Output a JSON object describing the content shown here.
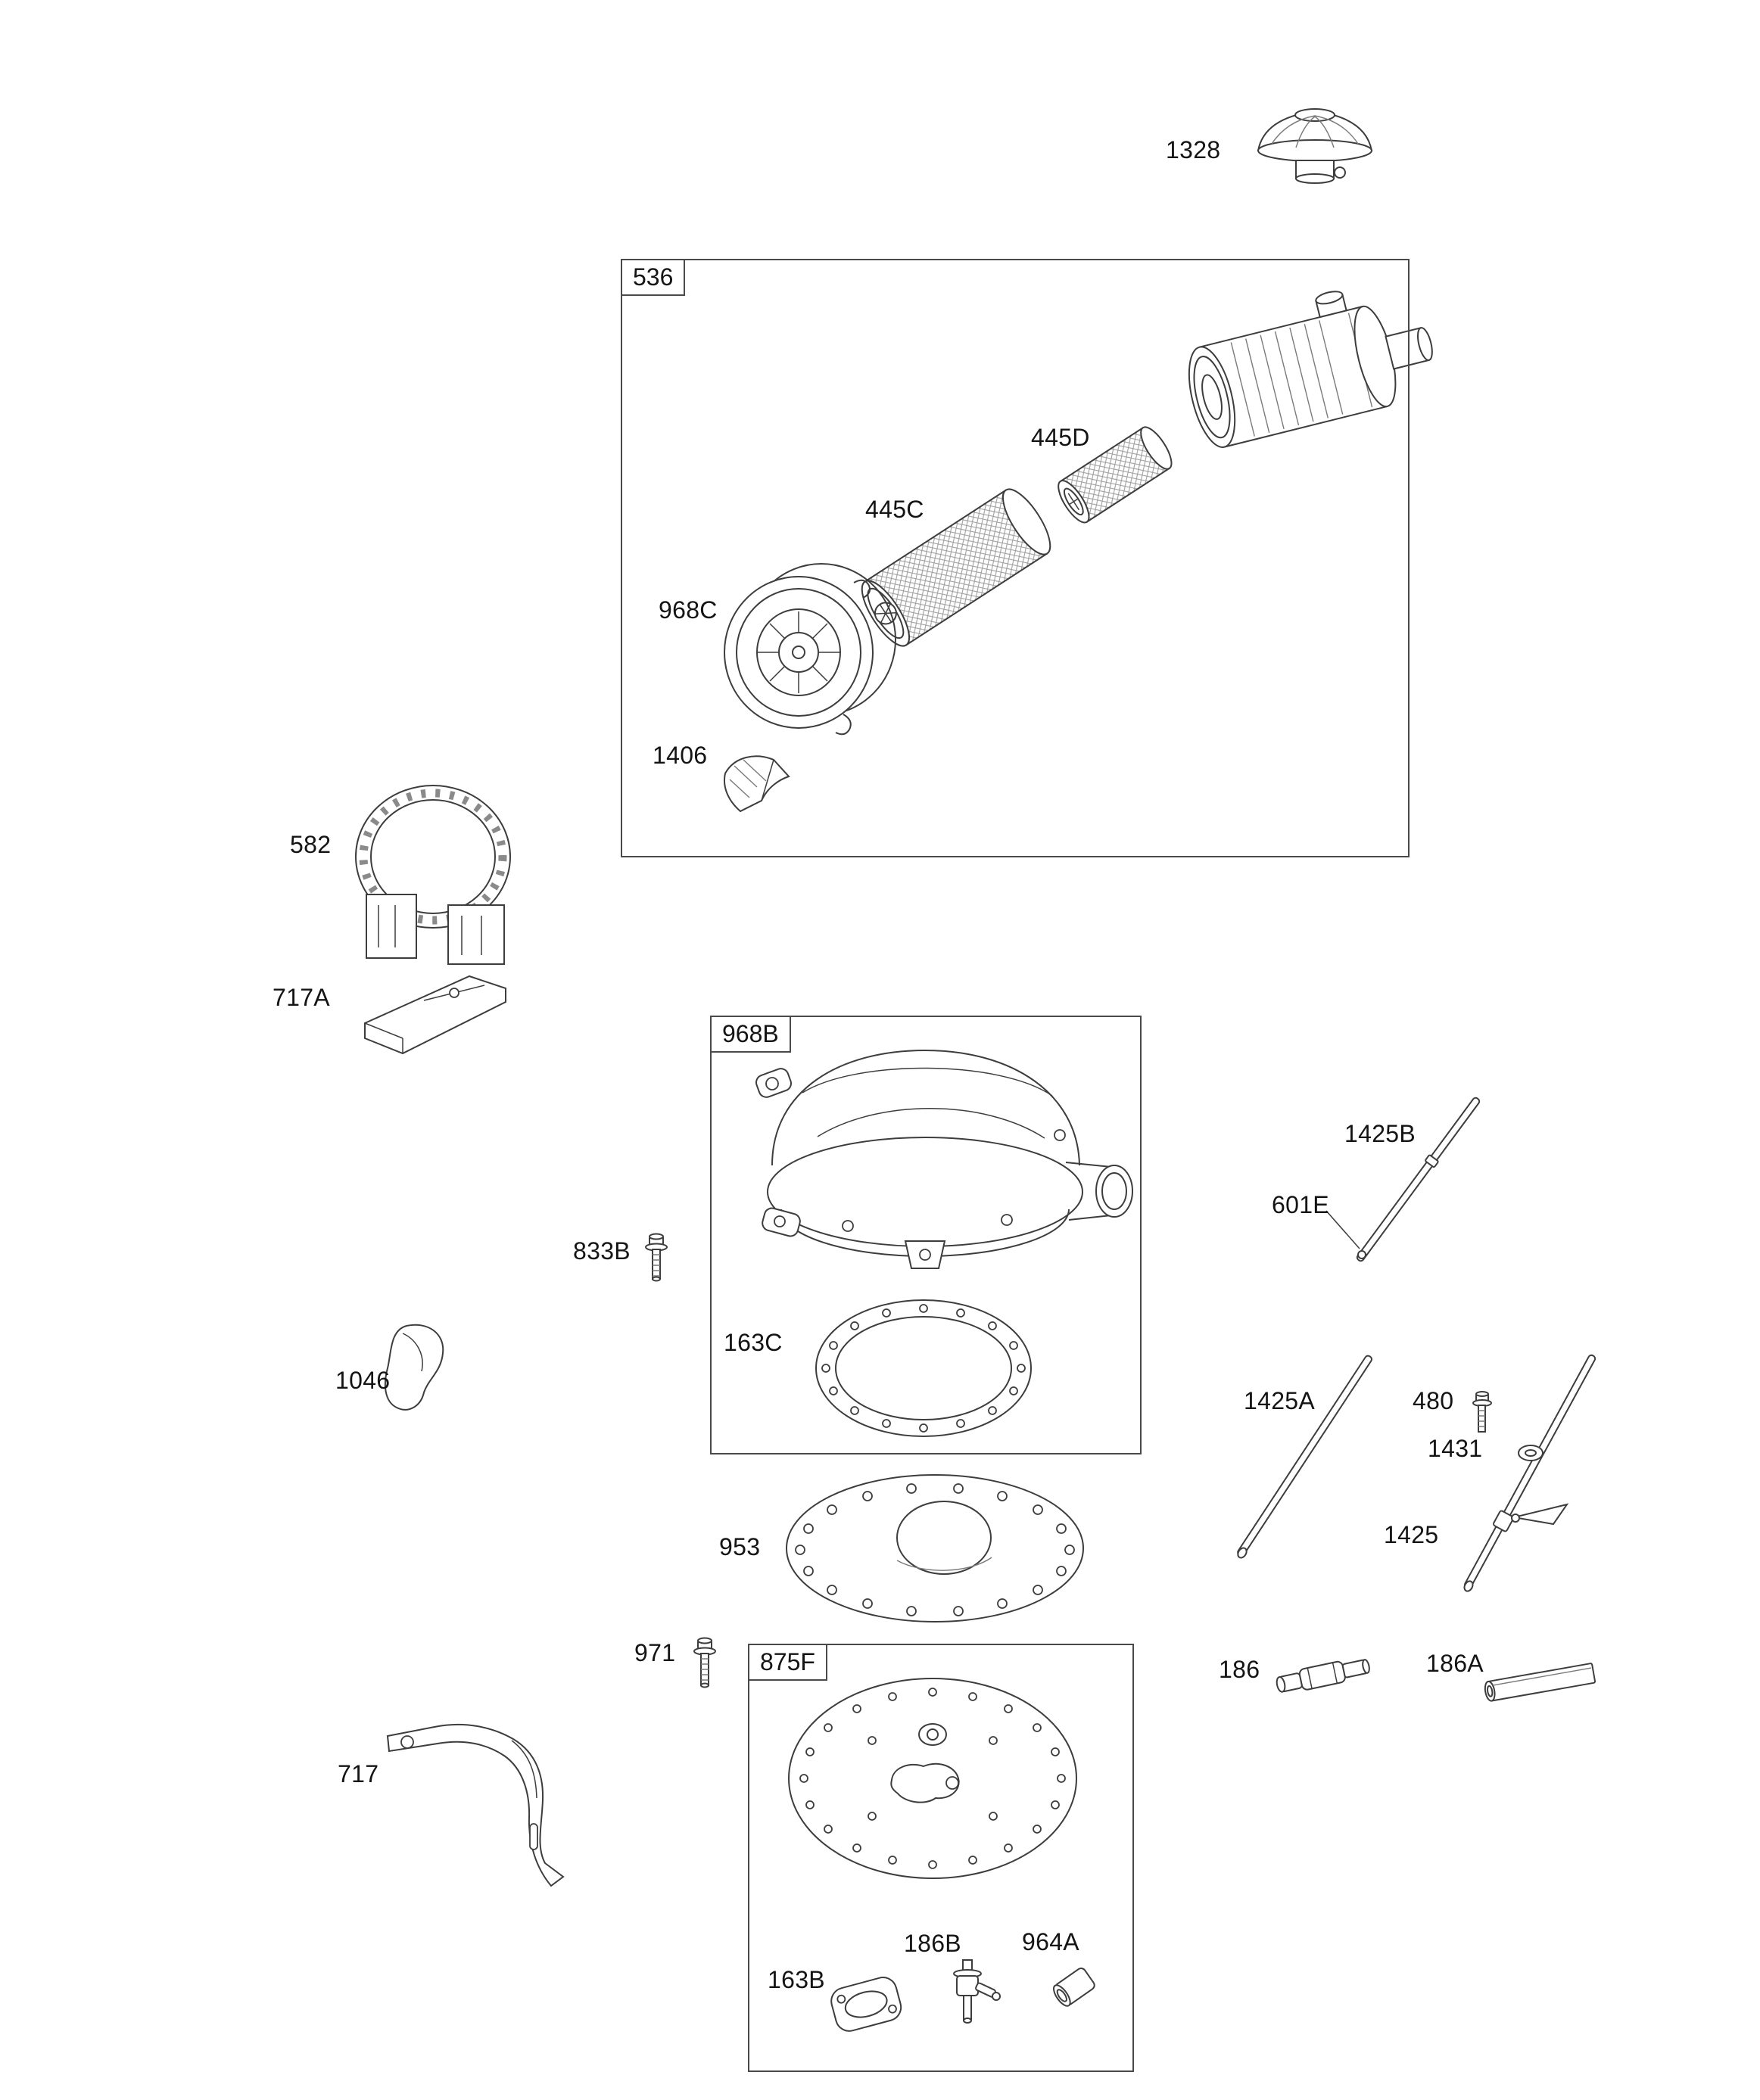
{
  "diagram": {
    "kind": "exploded-parts-diagram",
    "background_color": "#ffffff",
    "line_color": "#3d3d3d",
    "label_color": "#141414"
  },
  "groups": {
    "g536": {
      "label": "536"
    },
    "g968B": {
      "label": "968B"
    },
    "g875F": {
      "label": "875F"
    }
  },
  "labels": {
    "1328": "1328",
    "445D": "445D",
    "445C": "445C",
    "968C": "968C",
    "1406": "1406",
    "582": "582",
    "717A": "717A",
    "833B": "833B",
    "163C": "163C",
    "1046": "1046",
    "1425B": "1425B",
    "601E": "601E",
    "1425A": "1425A",
    "480": "480",
    "1431": "1431",
    "1425": "1425",
    "953": "953",
    "971": "971",
    "186": "186",
    "186A": "186A",
    "717": "717",
    "163B": "163B",
    "186B": "186B",
    "964A": "964A"
  }
}
